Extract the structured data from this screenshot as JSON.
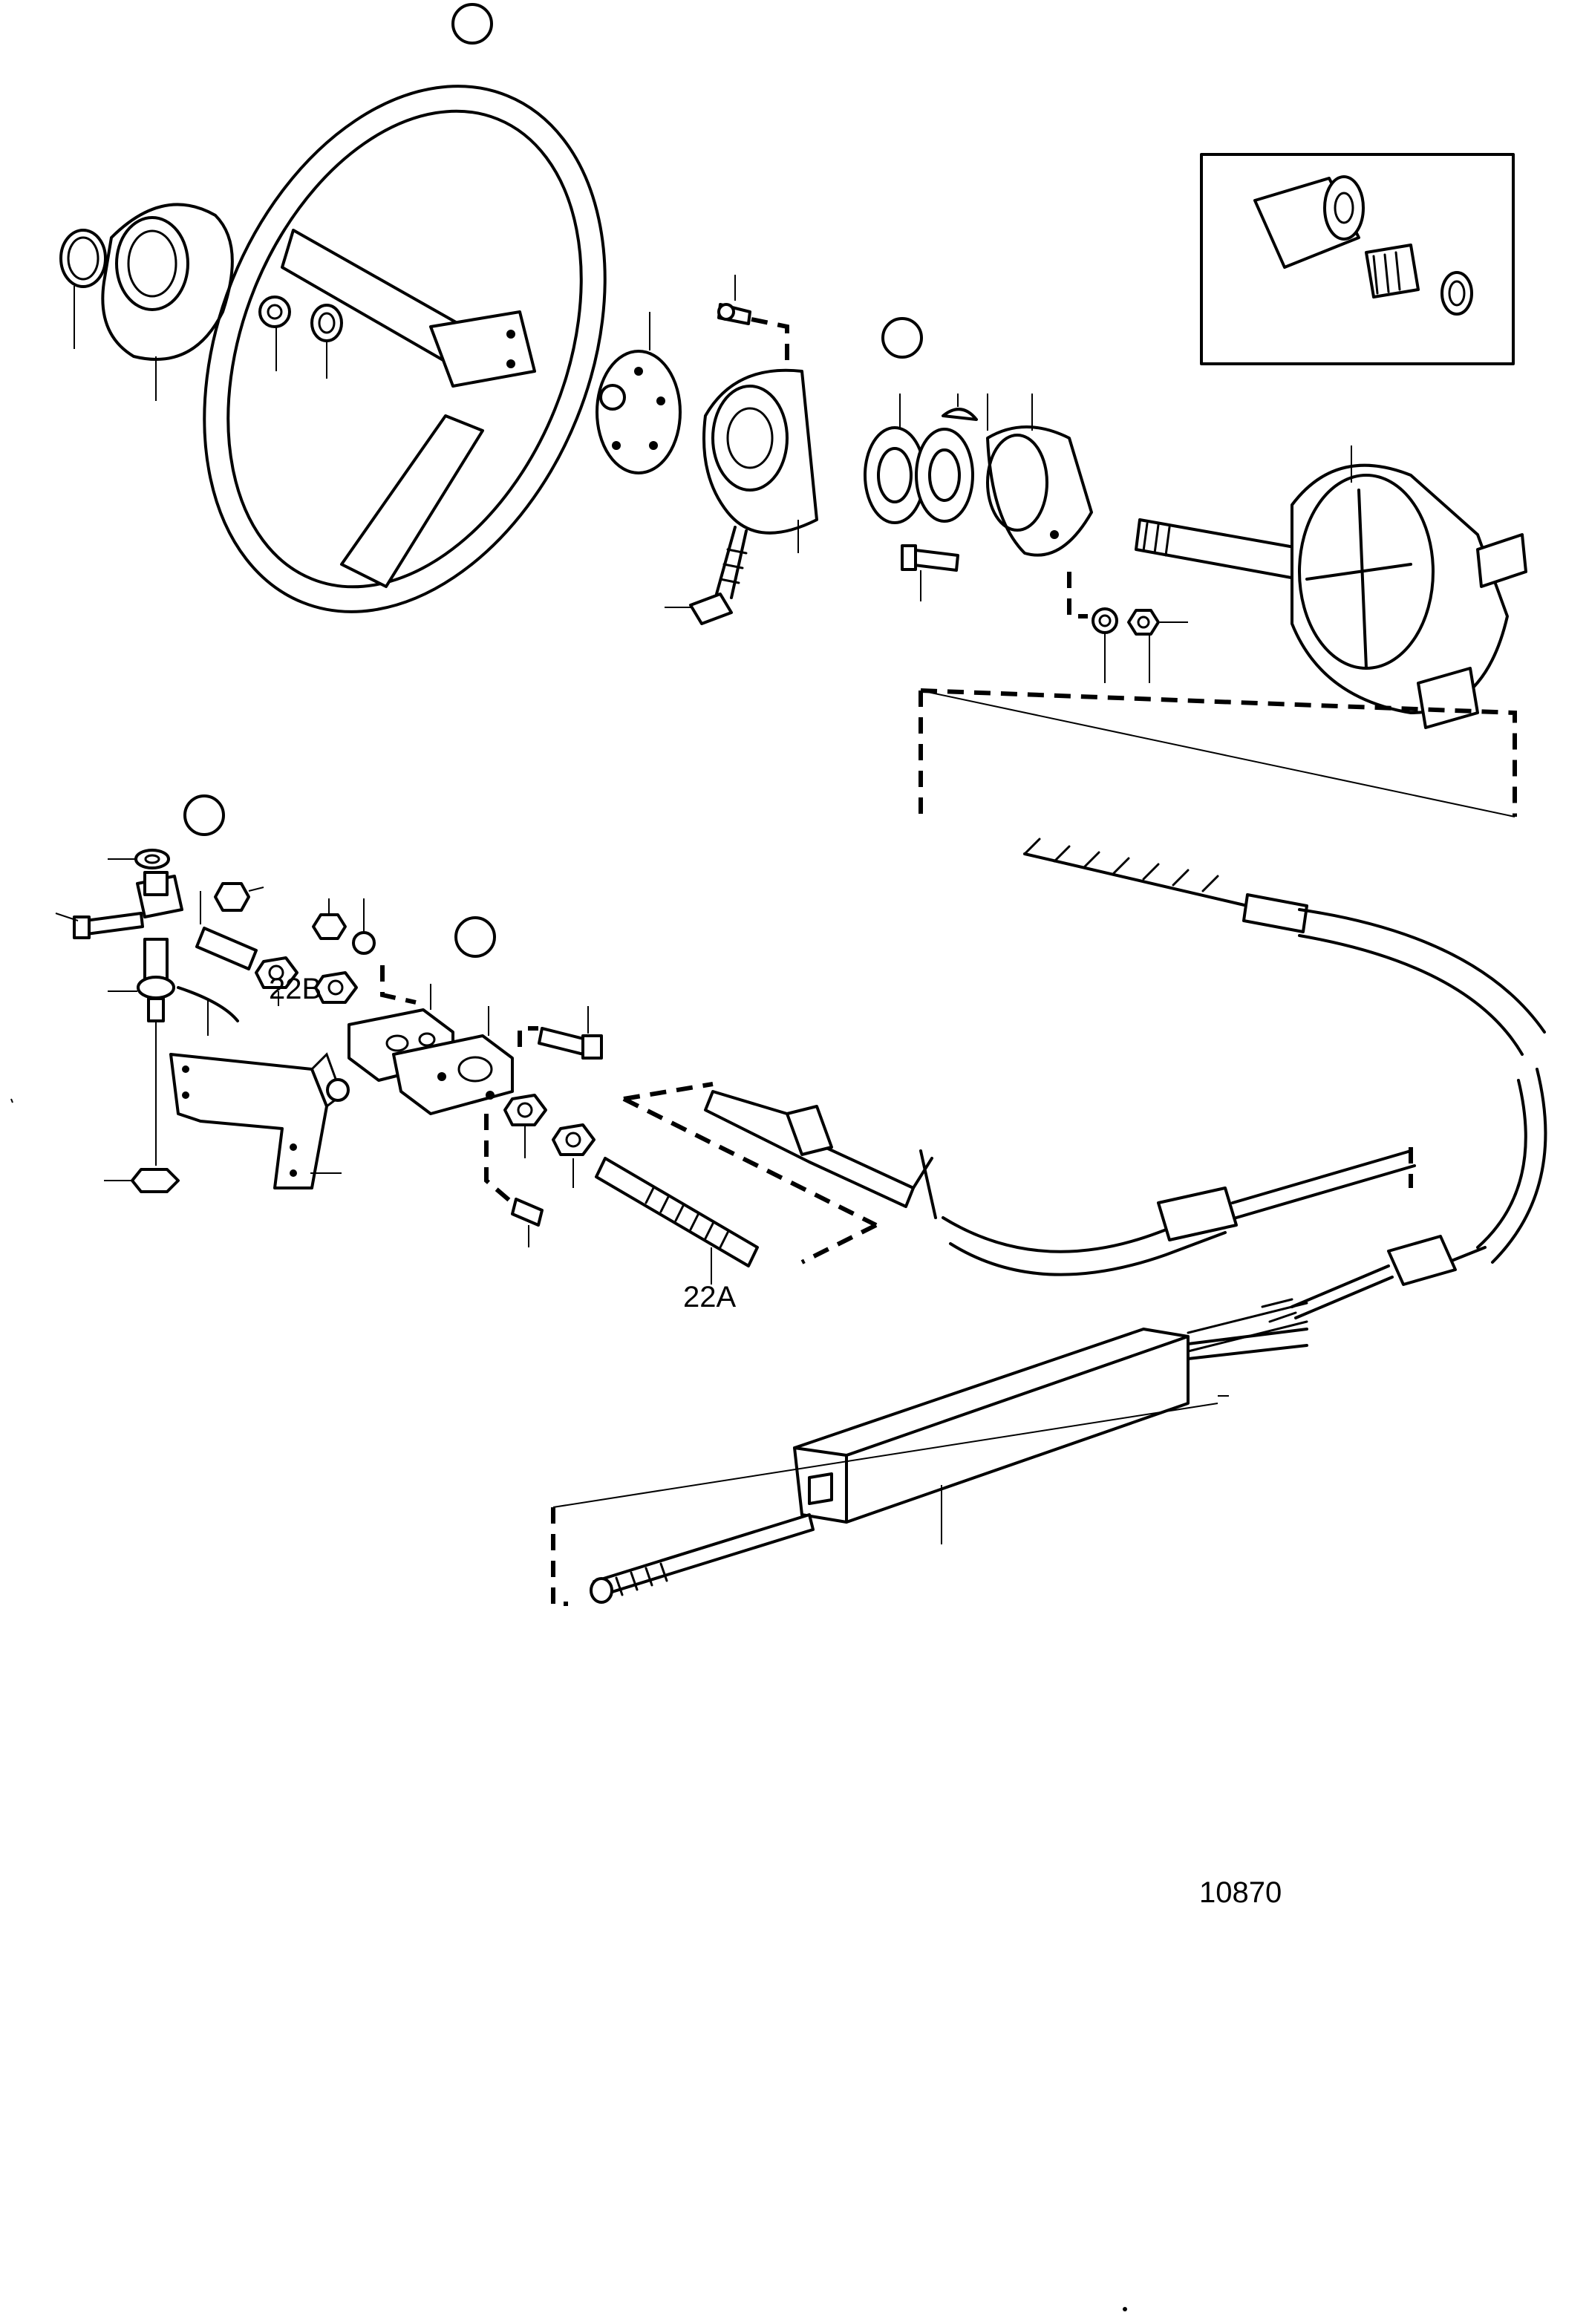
{
  "labels": {
    "part_22a": "22A",
    "part_22b": "22B"
  },
  "figure_number": "10870"
}
